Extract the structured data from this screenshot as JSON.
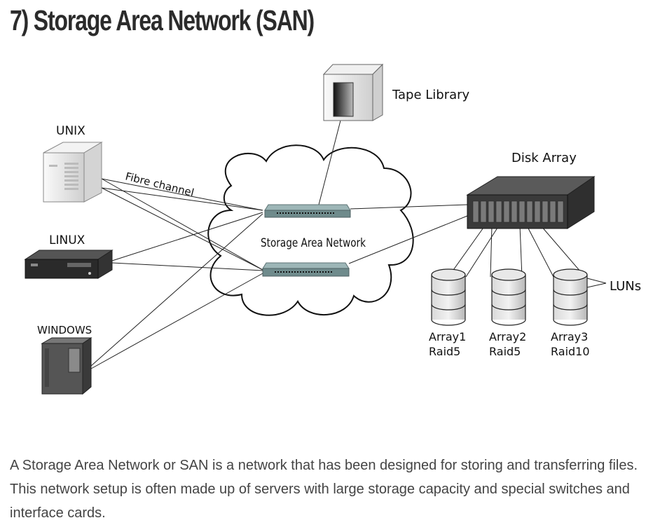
{
  "page": {
    "title": "7) Storage Area Network (SAN)",
    "description": "A Storage Area Network or SAN is a network that has been designed for storing and transferring files. This network setup is often made up of servers with large storage capacity and special switches and interface cards."
  },
  "diagram": {
    "servers": {
      "unix": "UNIX",
      "linux": "LINUX",
      "windows": "WINDOWS"
    },
    "tape_library": "Tape Library",
    "fibre_channel": "Fibre channel",
    "network": "Storage Area Network",
    "disk_array": "Disk Array",
    "luns": "LUNs",
    "arrays": [
      {
        "name": "Array1",
        "raid": "Raid5"
      },
      {
        "name": "Array2",
        "raid": "Raid5"
      },
      {
        "name": "Array3",
        "raid": "Raid10"
      }
    ]
  },
  "colors": {
    "switch": "#7e9a9b",
    "text": "#444444",
    "title": "#2b2b2b"
  }
}
